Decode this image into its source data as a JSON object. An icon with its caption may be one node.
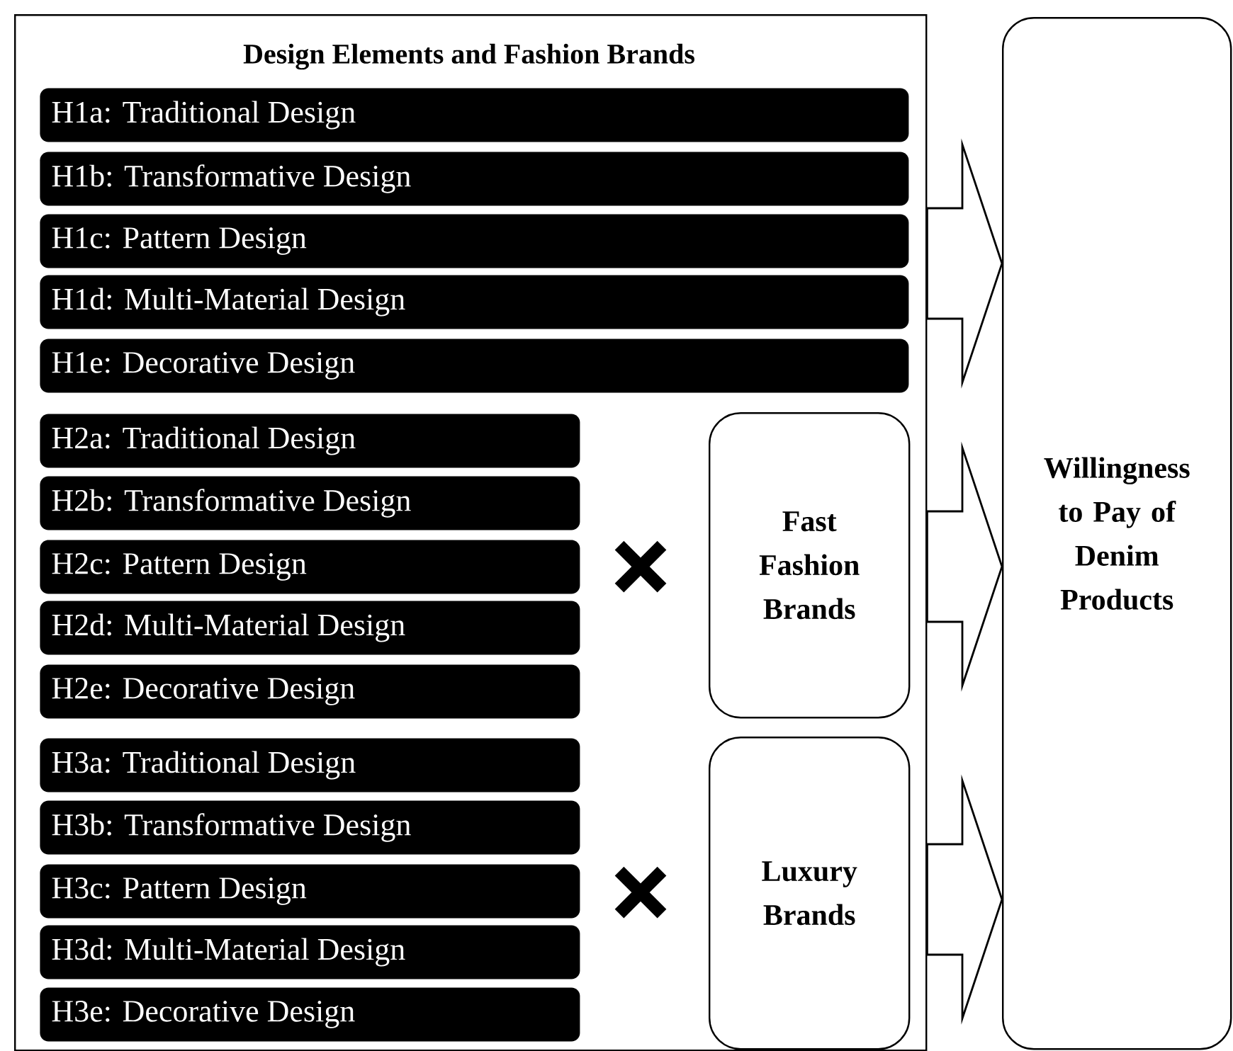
{
  "diagram": {
    "nodes": [
      {
        "text": [
          "Design Elements and Fashion Brands"
        ]
      },
      {
        "text": [
          "H1a: Traditional Design"
        ],
        "in": 0
      },
      {
        "text": [
          "H1b: Transformative Design"
        ],
        "in": 0
      },
      {
        "text": [
          "H1c: Pattern Design"
        ],
        "in": 0
      },
      {
        "text": [
          "H1d: Multi-Material Design"
        ],
        "in": 0
      },
      {
        "text": [
          "H1e: Decorative Design"
        ],
        "in": 0
      },
      {
        "text": [
          "H2a: Traditional Design"
        ],
        "in": 0
      },
      {
        "text": [
          "H2b: Transformative Design"
        ],
        "in": 0
      },
      {
        "text": [
          "H2c: Pattern Design"
        ],
        "in": 0
      },
      {
        "text": [
          "H2d: Multi-Material Design"
        ],
        "in": 0
      },
      {
        "text": [
          "H2e: Decorative Design"
        ],
        "in": 0
      },
      {
        "text": [
          "Fast Fashion Brands"
        ],
        "in": 0
      },
      {
        "text": [
          "H3a: Traditional Design"
        ],
        "in": 0
      },
      {
        "text": [
          "H3b: Transformative Design"
        ],
        "in": 0
      },
      {
        "text": [
          "H3c: Pattern Design"
        ],
        "in": 0
      },
      {
        "text": [
          "H3d: Multi-Material Design"
        ],
        "in": 0
      },
      {
        "text": [
          "H3e: Decorative Design"
        ],
        "in": 0
      },
      {
        "text": [
          "Luxury Brands"
        ],
        "in": 0
      },
      {
        "text": [
          "Willingness to Pay of Denim Products"
        ]
      }
    ],
    "edges": [
      {
        "from": 0,
        "to": 18,
        "arrow": "to"
      },
      {
        "from": 0,
        "to": 18,
        "arrow": "to"
      },
      {
        "from": 0,
        "to": 18,
        "arrow": "to"
      }
    ]
  }
}
